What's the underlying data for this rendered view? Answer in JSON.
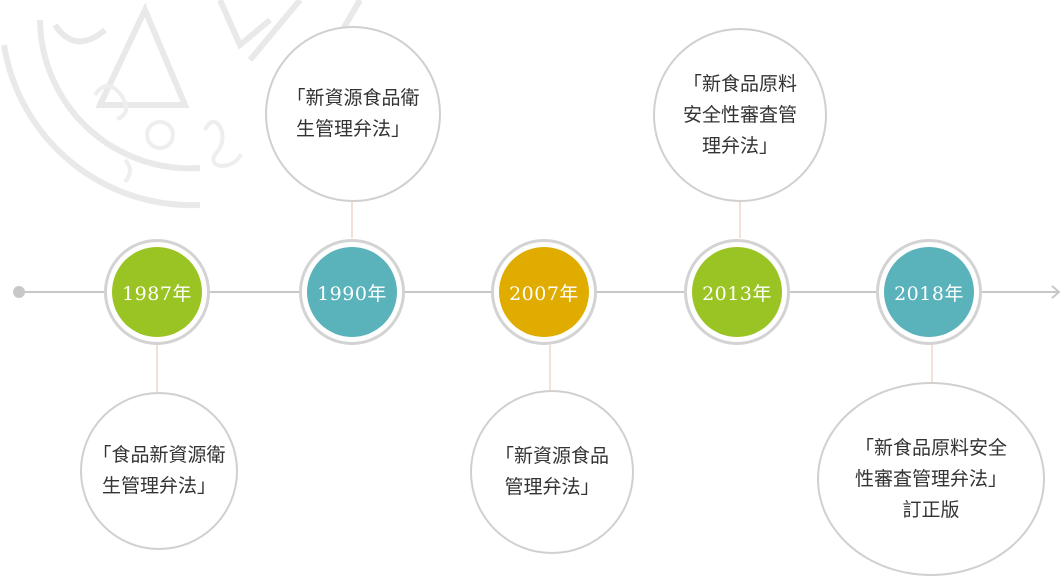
{
  "colors": {
    "green": "#9ac423",
    "teal": "#5ab2ba",
    "gold": "#e0ac00",
    "line": "#c8c8c8"
  },
  "watermark_icon": "seal-watermark-icon",
  "timeline": {
    "years": [
      {
        "label": "1987年",
        "color": "#9ac423"
      },
      {
        "label": "1990年",
        "color": "#5ab2ba"
      },
      {
        "label": "2007年",
        "color": "#e0ac00"
      },
      {
        "label": "2013年",
        "color": "#9ac423"
      },
      {
        "label": "2018年",
        "color": "#5ab2ba"
      }
    ],
    "events": [
      {
        "year": "1987年",
        "side": "below",
        "text": "「食品新資源衛\n生管理弁法」"
      },
      {
        "year": "1990年",
        "side": "above",
        "text": "「新資源食品衛\n生管理弁法」"
      },
      {
        "year": "2007年",
        "side": "below",
        "text": "「新資源食品\n管理弁法」"
      },
      {
        "year": "2013年",
        "side": "above",
        "text": "「新食品原料\n安全性審査管\n理弁法」"
      },
      {
        "year": "2018年",
        "side": "below",
        "text": "「新食品原料安全\n性審査管理弁法」\n訂正版"
      }
    ]
  }
}
